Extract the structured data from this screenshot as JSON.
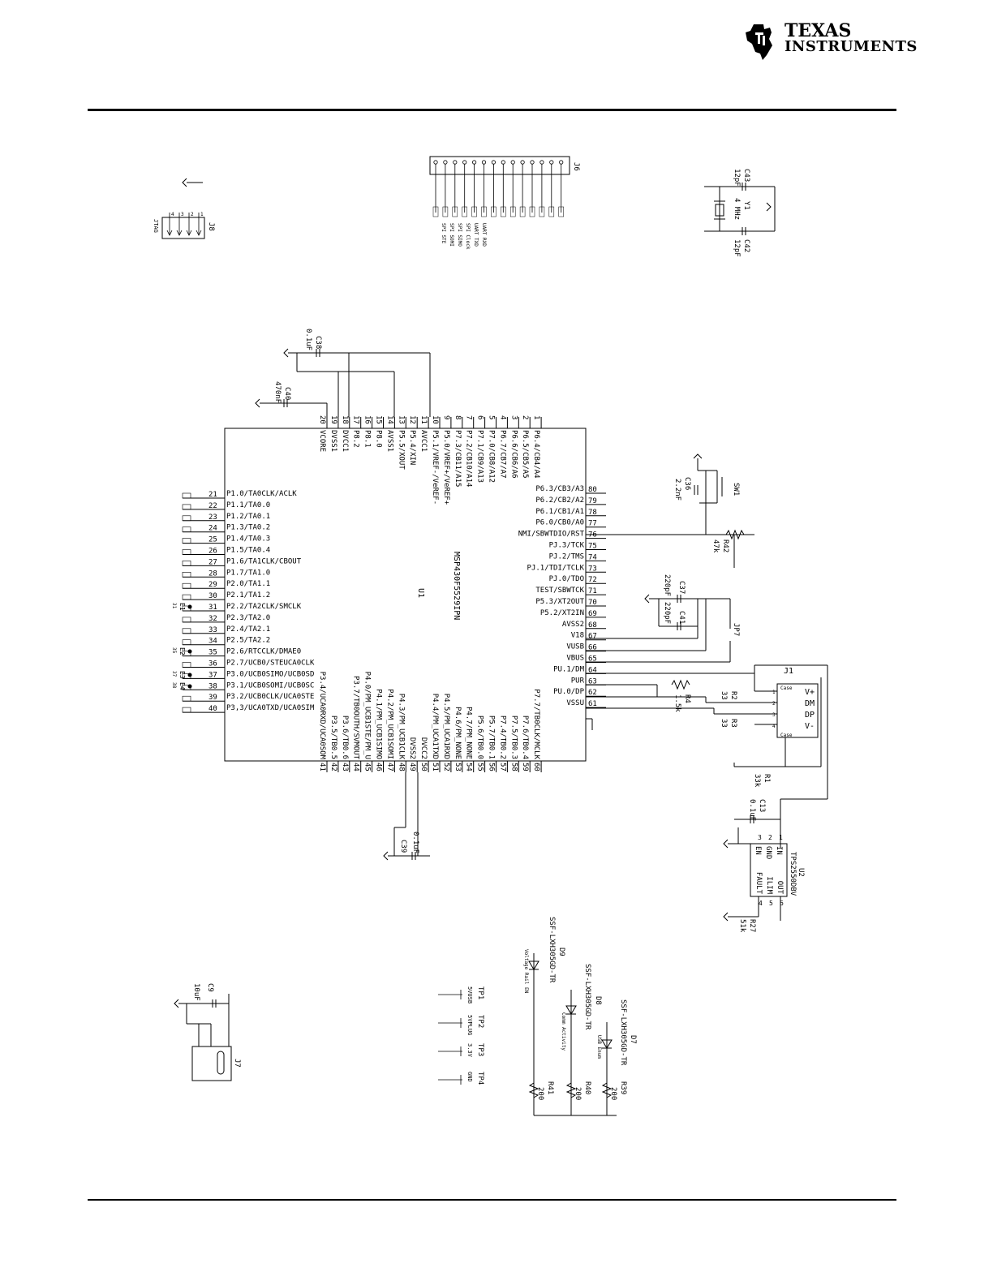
{
  "header": {
    "logo_line1": "TEXAS",
    "logo_line2": "INSTRUMENTS"
  },
  "u1": {
    "ref": "U1",
    "part": "MSP430F5529IPN",
    "left_pins": [
      {
        "num": "21",
        "name": "P1.0/TA0CLK/ACLK"
      },
      {
        "num": "22",
        "name": "P1.1/TA0.0"
      },
      {
        "num": "23",
        "name": "P1.2/TA0.1"
      },
      {
        "num": "24",
        "name": "P1.3/TA0.2"
      },
      {
        "num": "25",
        "name": "P1.4/TA0.3"
      },
      {
        "num": "26",
        "name": "P1.5/TA0.4"
      },
      {
        "num": "27",
        "name": "P1.6/TA1CLK/CBOUT"
      },
      {
        "num": "28",
        "name": "P1.7/TA1.0"
      },
      {
        "num": "29",
        "name": "P2.0/TA1.1"
      },
      {
        "num": "30",
        "name": "P2.1/TA1.2"
      },
      {
        "num": "31",
        "name": "P2.2/TA2CLK/SMCLK"
      },
      {
        "num": "32",
        "name": "P2.3/TA2.0"
      },
      {
        "num": "33",
        "name": "P2.4/TA2.1"
      },
      {
        "num": "34",
        "name": "P2.5/TA2.2"
      },
      {
        "num": "35",
        "name": "P2.6/RTCCLK/DMAE0"
      },
      {
        "num": "36",
        "name": "P2.7/UCB0/STEUCA0CLK"
      },
      {
        "num": "37",
        "name": "P3.0/UCB0SIMO/UCB0SD"
      },
      {
        "num": "38",
        "name": "P3.1/UCB0SOMI/UCB0SC"
      },
      {
        "num": "39",
        "name": "P3.2/UCB0CLK/UCA0STE"
      },
      {
        "num": "40",
        "name": "P3,3/UCA0TXD/UCA0SIM"
      }
    ],
    "right_pins": [
      {
        "num": "80",
        "name": "P6.3/CB3/A3"
      },
      {
        "num": "79",
        "name": "P6.2/CB2/A2"
      },
      {
        "num": "78",
        "name": "P6.1/CB1/A1"
      },
      {
        "num": "77",
        "name": "P6.0/CB0/A0"
      },
      {
        "num": "76",
        "name": "NMI/SBWTDIO/RST"
      },
      {
        "num": "75",
        "name": "PJ.3/TCK"
      },
      {
        "num": "74",
        "name": "PJ.2/TMS"
      },
      {
        "num": "73",
        "name": "PJ.1/TDI/TCLK"
      },
      {
        "num": "72",
        "name": "PJ.0/TDO"
      },
      {
        "num": "71",
        "name": "TEST/SBWTCK"
      },
      {
        "num": "70",
        "name": "P5.3/XT2OUT"
      },
      {
        "num": "69",
        "name": "P5.2/XT2IN"
      },
      {
        "num": "68",
        "name": "AVSS2"
      },
      {
        "num": "67",
        "name": "V18"
      },
      {
        "num": "66",
        "name": "VUSB"
      },
      {
        "num": "65",
        "name": "VBUS"
      },
      {
        "num": "64",
        "name": "PU.1/DM"
      },
      {
        "num": "63",
        "name": "PUR"
      },
      {
        "num": "62",
        "name": "PU.0/DP"
      },
      {
        "num": "61",
        "name": "VSSU"
      }
    ],
    "top_pins": [
      {
        "num": "20",
        "name": "VCORE"
      },
      {
        "num": "19",
        "name": "DVSS1"
      },
      {
        "num": "18",
        "name": "DVCC1"
      },
      {
        "num": "17",
        "name": "P8.2"
      },
      {
        "num": "16",
        "name": "P8.1"
      },
      {
        "num": "15",
        "name": "P8.0"
      },
      {
        "num": "14",
        "name": "AVSS1"
      },
      {
        "num": "13",
        "name": "P5.5/XOUT"
      },
      {
        "num": "12",
        "name": "P5.4/XIN"
      },
      {
        "num": "11",
        "name": "AVCC1"
      },
      {
        "num": "10",
        "name": "P5.1/VREF-/VeREF-"
      },
      {
        "num": "9",
        "name": "P5.0/VREF+/VeREF+"
      },
      {
        "num": "8",
        "name": "P7.3/CB11/A15"
      },
      {
        "num": "7",
        "name": "P7.2/CB10/A14"
      },
      {
        "num": "6",
        "name": "P7.1/CB9/A13"
      },
      {
        "num": "5",
        "name": "P7.0/CB8/A12"
      },
      {
        "num": "4",
        "name": "P6.7/CB7/A7"
      },
      {
        "num": "3",
        "name": "P6.6/CB6/A6"
      },
      {
        "num": "2",
        "name": "P6.5/CB5/A5"
      },
      {
        "num": "1",
        "name": "P6.4/CB4/A4"
      }
    ],
    "bottom_pins": [
      {
        "num": "41",
        "name": "P3.4/UCA0RXD/UCA0SOM"
      },
      {
        "num": "42",
        "name": "P3.5/TB0.5"
      },
      {
        "num": "43",
        "name": "P3.6/TB0.6"
      },
      {
        "num": "44",
        "name": "P3.7/TB0OUTH/SVMOUT"
      },
      {
        "num": "45",
        "name": "P4.0/PM_UCB1STE/PM_U"
      },
      {
        "num": "46",
        "name": "P4.1/PM_UCB1SIMO"
      },
      {
        "num": "47",
        "name": "P4.2/PM_UCB1SOMI"
      },
      {
        "num": "48",
        "name": "P4.3/PM_UCB1CLK"
      },
      {
        "num": "49",
        "name": "DVSS2"
      },
      {
        "num": "50",
        "name": "DVCC2"
      },
      {
        "num": "51",
        "name": "P4.4/PM_UCA1TXD"
      },
      {
        "num": "52",
        "name": "P4.5/PM_UCA1RXD"
      },
      {
        "num": "53",
        "name": "P4.6/PM_NONE"
      },
      {
        "num": "54",
        "name": "P4.7/PM_NONE"
      },
      {
        "num": "55",
        "name": "P5.6/TB0.0"
      },
      {
        "num": "56",
        "name": "P5.7/TB0.1"
      },
      {
        "num": "57",
        "name": "P7.4/TB0.2"
      },
      {
        "num": "58",
        "name": "P7.5/TB0.3"
      },
      {
        "num": "59",
        "name": "P7.6/TB0.4"
      },
      {
        "num": "60",
        "name": "P7.7/TB0CLK/MCLK"
      }
    ]
  },
  "components": {
    "c38": {
      "ref": "C38",
      "value": "0.1uF"
    },
    "c40": {
      "ref": "C40",
      "value": "470nF"
    },
    "c39": {
      "ref": "C39",
      "value": "0.1uF"
    },
    "c36": {
      "ref": "C36",
      "value": "2.2nF"
    },
    "sw1": {
      "ref": "SW1"
    },
    "r42": {
      "ref": "R42",
      "value": "47k"
    },
    "c37": {
      "ref": "C37",
      "value": "220pF"
    },
    "c41": {
      "ref": "C41",
      "value": "220pF"
    },
    "jp7": {
      "ref": "JP7"
    },
    "r4": {
      "ref": "R4",
      "value": "1.5k"
    },
    "r2": {
      "ref": "R2",
      "value": "33"
    },
    "r3": {
      "ref": "R3",
      "value": "33"
    },
    "r1": {
      "ref": "R1",
      "value": "33k"
    },
    "c13": {
      "ref": "C13",
      "value": "0.1uF"
    },
    "u2": {
      "ref": "U2",
      "part": "TPS2550DBV",
      "pins": [
        {
          "num": "1",
          "name": "IN"
        },
        {
          "num": "2",
          "name": "GND"
        },
        {
          "num": "3",
          "name": "EN"
        },
        {
          "num": "4",
          "name": "FAULT"
        },
        {
          "num": "5",
          "name": "ILIM"
        },
        {
          "num": "6",
          "name": "OUT"
        }
      ]
    },
    "r27": {
      "ref": "R27",
      "value": "51k"
    },
    "j1": {
      "ref": "J1",
      "pins": [
        "V+",
        "DM",
        "DP",
        "V-"
      ],
      "case_label": "Case"
    },
    "c43": {
      "ref": "C43",
      "value": "12pF"
    },
    "c42": {
      "ref": "C42",
      "value": "12pF"
    },
    "y1": {
      "ref": "Y1",
      "value": "4 MHz"
    },
    "j6": {
      "ref": "J6",
      "labels": [
        "SPI STE",
        "SPI SOMI",
        "SPI SIMO",
        "SPI Clock",
        "UART TXD",
        "UART RXD"
      ]
    },
    "j8": {
      "ref": "J8",
      "name": "JTAG"
    },
    "c9": {
      "ref": "C9",
      "value": "10uF"
    },
    "j7": {
      "ref": "J7"
    },
    "tp1": {
      "ref": "TP1",
      "name": "5VUSB"
    },
    "tp2": {
      "ref": "TP2",
      "name": "5VPLUG"
    },
    "tp3": {
      "ref": "TP3",
      "name": "3.3V"
    },
    "tp4": {
      "ref": "TP4",
      "name": "GND"
    },
    "d9": {
      "ref": "D9",
      "part": "SSF-LXH305GD-TR",
      "desc": "Voltage Rail EN"
    },
    "d8": {
      "ref": "D8",
      "part": "SSF-LXH305GD-TR",
      "desc": "Comm Activity"
    },
    "d7": {
      "ref": "D7",
      "part": "SSF-LXH305GD-TR",
      "desc": "USB Enum"
    },
    "r41": {
      "ref": "R41",
      "value": "200"
    },
    "r40": {
      "ref": "R40",
      "value": "200"
    },
    "r39": {
      "ref": "R39",
      "value": "200"
    },
    "e1": {
      "ref": "E1",
      "num": "31"
    },
    "e2": {
      "ref": "E2",
      "num": "35"
    },
    "e3": {
      "ref": "E3",
      "num": "37"
    },
    "e4": {
      "ref": "E4",
      "num": "38"
    }
  },
  "colors": {
    "ink": "#000000",
    "background": "#ffffff"
  }
}
